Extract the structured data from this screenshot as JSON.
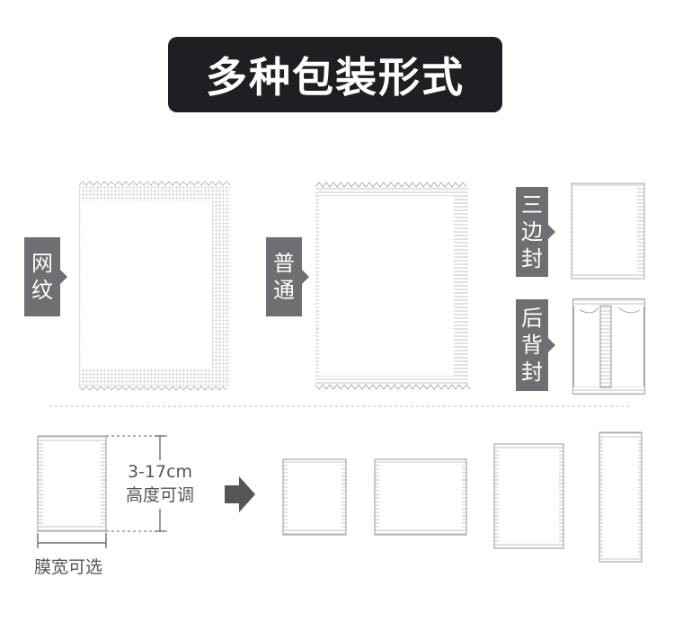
{
  "title": "多种包装形式",
  "tags": {
    "mesh": [
      "网",
      "纹"
    ],
    "plain": [
      "普",
      "通"
    ],
    "three_side": [
      "三",
      "边",
      "封"
    ],
    "back_seal": [
      "后",
      "背",
      "封"
    ]
  },
  "dimension": {
    "range": "3-17cm",
    "note": "高度可调"
  },
  "film_width": "膜宽可选",
  "icons": {
    "arrow": "right-arrow-icon"
  },
  "colors": {
    "title_bg": "#1d1f22",
    "tag_bg": "#6d6f72",
    "outline": "#9a9a9a"
  }
}
